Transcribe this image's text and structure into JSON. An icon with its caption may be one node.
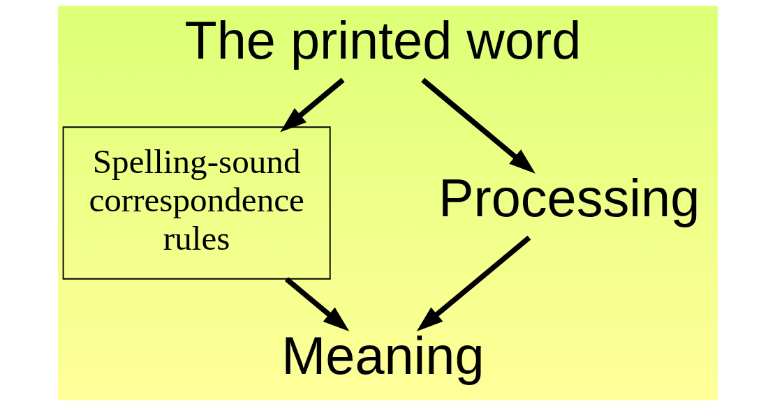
{
  "diagram": {
    "nodes": [
      {
        "text": [
          "The printed word"
        ]
      },
      {
        "text": [
          "Spelling-sound correspondence rules"
        ]
      },
      {
        "text": [
          "Processing"
        ]
      },
      {
        "text": [
          "Meaning"
        ]
      }
    ],
    "edges": [
      {
        "from": 0,
        "to": 1,
        "arrow": "to"
      },
      {
        "from": 0,
        "to": 2,
        "arrow": "to"
      },
      {
        "from": 2,
        "to": 3,
        "arrow": "to"
      },
      {
        "from": 1,
        "to": 3,
        "arrow": "to"
      }
    ]
  }
}
